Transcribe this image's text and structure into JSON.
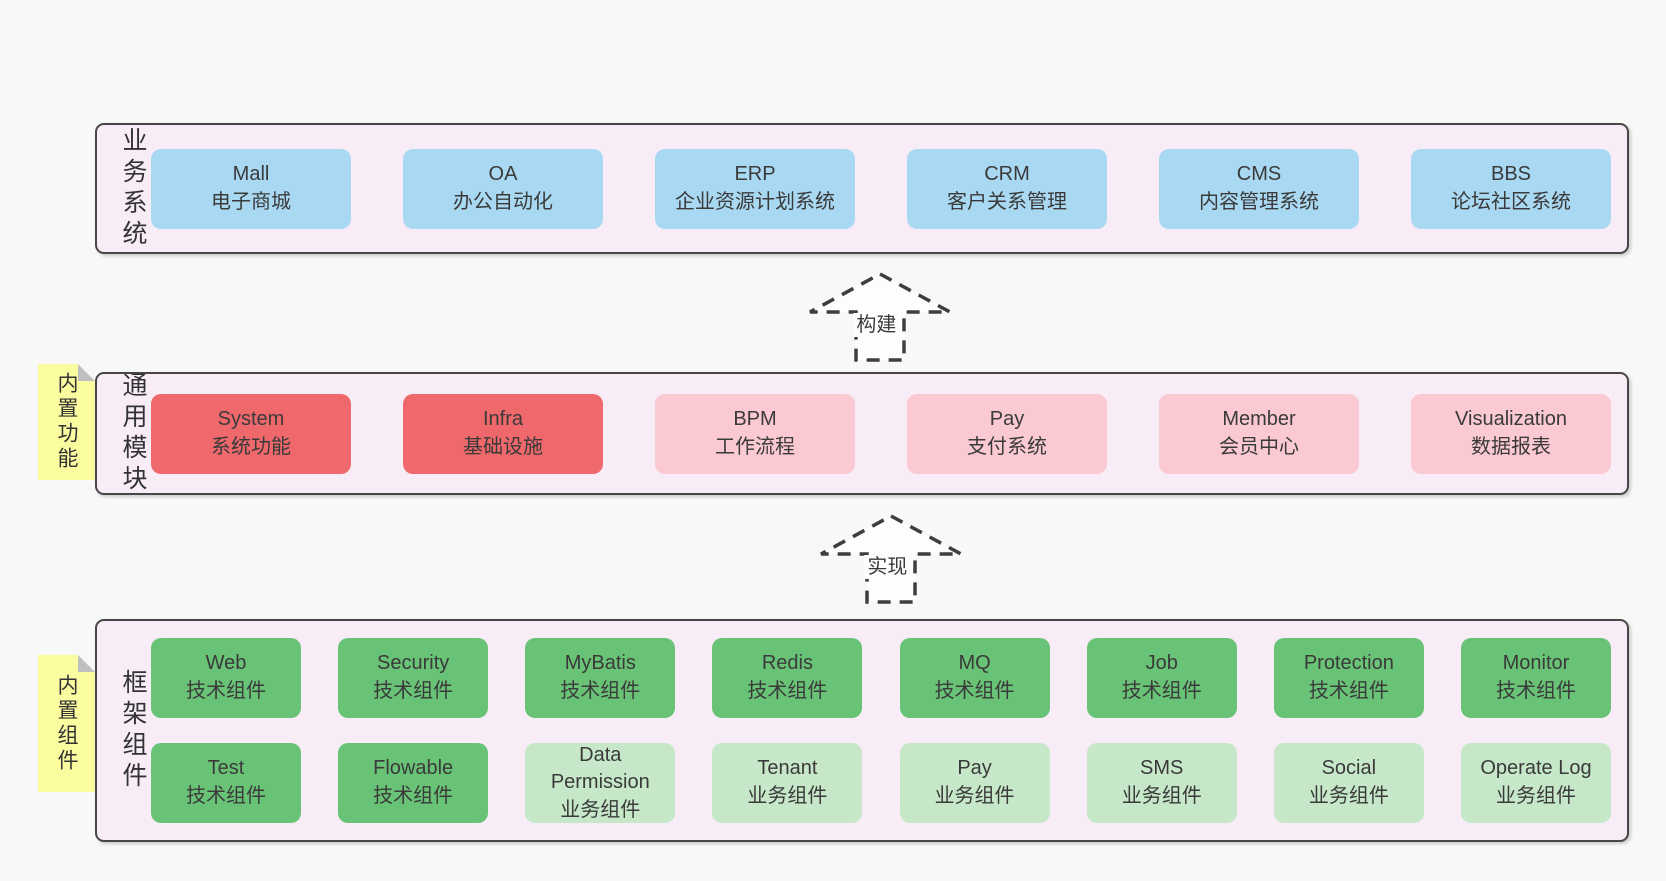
{
  "colors": {
    "page_background": "#f8f8f8",
    "container_fill": "#f8edf6",
    "container_border": "#474747",
    "box_blue": "#a9d9f2",
    "box_red": "#ef686b",
    "box_pink": "#fac9d2",
    "box_green": "#69c376",
    "box_light_green": "#c6e8c9",
    "sticky_yellow": "#fbfb9f",
    "sticky_fold_gray": "#bfbfbf",
    "text": "#3a3a3a",
    "arrow_stroke": "#3e3e3e"
  },
  "layers": {
    "business": {
      "label_vertical": "业务系统",
      "boxes": [
        {
          "title": "Mall",
          "subtitle": "电子商城"
        },
        {
          "title": "OA",
          "subtitle": "办公自动化"
        },
        {
          "title": "ERP",
          "subtitle": "企业资源计划系统"
        },
        {
          "title": "CRM",
          "subtitle": "客户关系管理"
        },
        {
          "title": "CMS",
          "subtitle": "内容管理系统"
        },
        {
          "title": "BBS",
          "subtitle": "论坛社区系统"
        }
      ]
    },
    "modules": {
      "label_vertical": "通用模块",
      "sticky_note": "内置功能",
      "boxes": [
        {
          "title": "System",
          "subtitle": "系统功能",
          "variant": "red"
        },
        {
          "title": "Infra",
          "subtitle": "基础设施",
          "variant": "red"
        },
        {
          "title": "BPM",
          "subtitle": "工作流程",
          "variant": "pink"
        },
        {
          "title": "Pay",
          "subtitle": "支付系统",
          "variant": "pink"
        },
        {
          "title": "Member",
          "subtitle": "会员中心",
          "variant": "pink"
        },
        {
          "title": "Visualization",
          "subtitle": "数据报表",
          "variant": "pink"
        }
      ]
    },
    "components": {
      "label_vertical": "框架组件",
      "sticky_note": "内置组件",
      "row1": [
        {
          "title": "Web",
          "subtitle": "技术组件",
          "variant": "green"
        },
        {
          "title": "Security",
          "subtitle": "技术组件",
          "variant": "green"
        },
        {
          "title": "MyBatis",
          "subtitle": "技术组件",
          "variant": "green"
        },
        {
          "title": "Redis",
          "subtitle": "技术组件",
          "variant": "green"
        },
        {
          "title": "MQ",
          "subtitle": "技术组件",
          "variant": "green"
        },
        {
          "title": "Job",
          "subtitle": "技术组件",
          "variant": "green"
        },
        {
          "title": "Protection",
          "subtitle": "技术组件",
          "variant": "green"
        },
        {
          "title": "Monitor",
          "subtitle": "技术组件",
          "variant": "green"
        }
      ],
      "row2": [
        {
          "title": "Test",
          "subtitle": "技术组件",
          "variant": "green"
        },
        {
          "title": "Flowable",
          "subtitle": "技术组件",
          "variant": "green"
        },
        {
          "title": "Data Permission",
          "subtitle": "业务组件",
          "variant": "light-green"
        },
        {
          "title": "Tenant",
          "subtitle": "业务组件",
          "variant": "light-green"
        },
        {
          "title": "Pay",
          "subtitle": "业务组件",
          "variant": "light-green"
        },
        {
          "title": "SMS",
          "subtitle": "业务组件",
          "variant": "light-green"
        },
        {
          "title": "Social",
          "subtitle": "业务组件",
          "variant": "light-green"
        },
        {
          "title": "Operate Log",
          "subtitle": "业务组件",
          "variant": "light-green"
        }
      ]
    }
  },
  "arrows": {
    "build": {
      "label": "构建"
    },
    "implement": {
      "label": "实现"
    }
  }
}
